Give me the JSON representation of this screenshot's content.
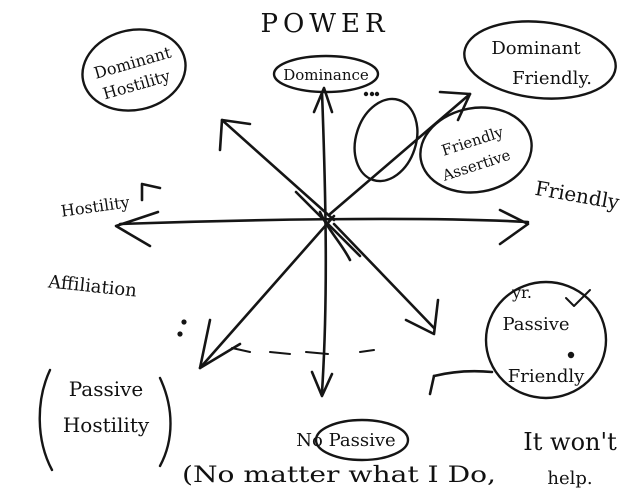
{
  "diagram": {
    "title": "POWER",
    "labels": {
      "dominant_hostility": [
        "Dominant",
        "Hostility"
      ],
      "dominance": "Dominance",
      "dominant_friendly": [
        "Dominant",
        "Friendly."
      ],
      "friendly_assertive": [
        "Friendly",
        "Assertive"
      ],
      "hostility": "Hostility",
      "friendly": "Friendly",
      "affiliation": "Affiliation",
      "passive_hostility": [
        "Passive",
        "Hostility"
      ],
      "passive_friendly": [
        "Passive",
        "Friendly"
      ],
      "passive_bottom": "No Passive",
      "yr_mark": "yr."
    },
    "caption": {
      "line1": "(No matter what I Do,",
      "line2_a": "It won't",
      "line2_b": "help."
    },
    "colors": {
      "ink": "#151515",
      "paper": "#ffffff"
    }
  }
}
